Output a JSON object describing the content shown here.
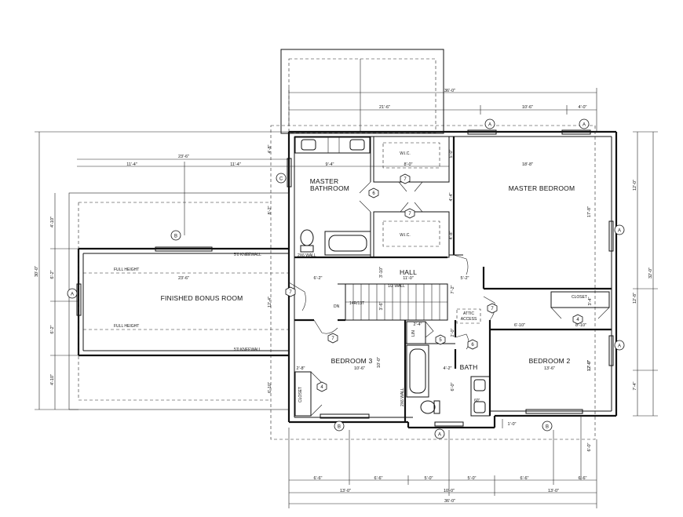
{
  "rooms": {
    "master_bathroom_1": "MASTER",
    "master_bathroom_2": "BATHROOM",
    "master_bedroom": "MASTER BEDROOM",
    "finished_bonus_room": "FINISHED BONUS ROOM",
    "hall": "HALL",
    "bedroom_3": "BEDROOM 3",
    "bedroom_2": "BEDROOM 2",
    "bath": "BATH",
    "wic_1": "W.I.C.",
    "wic_2": "W.I.C.",
    "closet_b2": "CLOSET",
    "closet_b3": "CLOSET",
    "lin": "LIN",
    "attic_1": "ATTIC",
    "attic_2": "ACCESS"
  },
  "notes": {
    "full_height_top": "FULL HEIGHT",
    "full_height_bottom": "FULL HEIGHT",
    "kneewall_top": "5'0 KNEEWALL",
    "kneewall_bottom": "5'0 KNEEWALL",
    "wall_2x6": "2X6 WALL",
    "wall_2x6_bath": "2X6 WALL",
    "half_wall": "1/2 WALL",
    "dn": "DN",
    "stairs": "14R/13T",
    "vanity_60": "60\""
  },
  "dimensions": {
    "top_overall": "36'-0\"",
    "top_21_6": "21'-6\"",
    "top_10_6": "10'-6\"",
    "top_4_0": "4'-0\"",
    "bonus_23_6": "23'-6\"",
    "bonus_11_4_l": "11'-4\"",
    "bonus_11_4_r": "11'-4\"",
    "mb_9_4": "9'-4\"",
    "wic_8_0": "8'-0\"",
    "mbed_18_8": "18'-8\"",
    "v_4_8": "4'-8\"",
    "v_5_0": "5'-0\"",
    "v_4_4": "4'-4\"",
    "v_4_8b": "4'-8\"",
    "v_17_8": "17'-8\"",
    "v_12_0": "12'-0\"",
    "v_32_0": "32'-0\"",
    "v_12_8": "12'-8\"",
    "v_7_4": "7'-4\"",
    "v_12_0b": "12'-0\"",
    "v_30_0": "30'-0\"",
    "v_4_10_t": "4'-10\"",
    "v_8_2": "8'-2\"",
    "v_6_2_t": "6'-2\"",
    "v_6_2_b": "6'-2\"",
    "v_4_10_b": "4'-10\"",
    "bonus_23_6_mid": "23'-6\"",
    "hall_6_2": "6'-2\"",
    "hall_3_10": "3'-10\"",
    "hall_11_0": "11'-0\"",
    "hall_5_2": "5'-2\"",
    "hall_7_2": "7'-2\"",
    "v_12_4": "12'-4\"",
    "v_3_6": "3'-6\"",
    "v_3_4": "3'-4\"",
    "b2_6_10": "6'-10\"",
    "b2_8_10": "8'-10\"",
    "b3_2_8": "2'-8\"",
    "b3_10_6": "10'-6\"",
    "b3_10_0": "10'-0\"",
    "b3_6_10": "6'-10\"",
    "bath_4_2": "4'-2\"",
    "bath_6_0": "6'-0\"",
    "b2_13_6": "13'-6\"",
    "b2_12_0": "12'-0\"",
    "lin_2_4": "2'-4\"",
    "lin_2_0": "2'-0\"",
    "small_1_0": "1'-0\"",
    "v_6_0": "6'-0\"",
    "b_6_6_a": "6'-6\"",
    "b_6_6_b": "6'-6\"",
    "b_5_0_a": "5'-0\"",
    "b_5_0_b": "5'-0\"",
    "b_6_6_c": "6'-6\"",
    "b_6_6_d": "6'-6\"",
    "b_13_0_a": "13'-0\"",
    "b_10_0": "10'-0\"",
    "b_13_0_b": "13'-0\"",
    "b_36_0": "36'-0\""
  },
  "tags": {
    "window_a": "A",
    "window_b": "B",
    "window_c": "C",
    "door_7": "7",
    "door_6": "6",
    "door_5": "5",
    "door_4": "4"
  }
}
